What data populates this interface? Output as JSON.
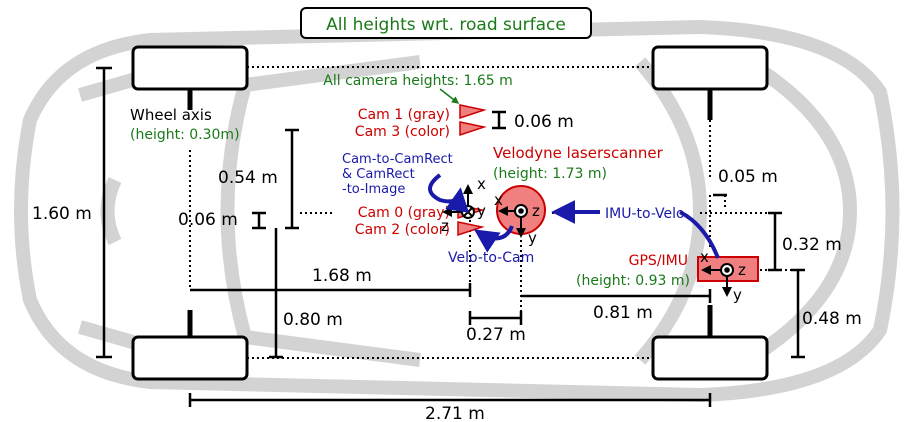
{
  "colors": {
    "car_outline": "#d3d3d3",
    "wheel_fill": "#ffffff",
    "ink": "#000000",
    "green": "#1a7a1a",
    "red": "#cc0000",
    "blue": "#1a1aaa",
    "sensor_fill": "#f08080"
  },
  "title": "All heights wrt. road surface",
  "camera_height_note": "All camera heights: 1.65 m",
  "wheel_axis": {
    "label": "Wheel axis",
    "height": "(height: 0.30m)"
  },
  "cams": {
    "cam1": "Cam 1 (gray)",
    "cam3": "Cam 3 (color)",
    "cam0": "Cam 0 (gray)",
    "cam2": "Cam 2 (color)"
  },
  "velodyne": {
    "label": "Velodyne laserscanner",
    "height": "(height: 1.73 m)"
  },
  "gps": {
    "label": "GPS/IMU",
    "height": "(height: 0.93 m)"
  },
  "transforms": {
    "cam_to_camrect_1": "Cam-to-CamRect",
    "cam_to_camrect_2": "& CamRect",
    "cam_to_camrect_3": "-to-Image",
    "velo_to_cam": "Velo-to-Cam",
    "imu_to_velo": "IMU-to-Velo"
  },
  "axes": {
    "x": "x",
    "y": "y",
    "z": "z"
  },
  "dims": {
    "cam_vertical_gap": "0.06 m",
    "cam_vertical_gap_left": "0.06 m",
    "cam_to_velo_lateral": "0.54 m",
    "wheelbase_width": "1.60 m",
    "velo_to_front_axle": "1.68 m",
    "cam0_lateral": "0.80 m",
    "cam_to_velo_forward": "0.27 m",
    "velo_to_gps_forward": "0.81 m",
    "gps_offset": "0.05 m",
    "gps_lateral": "0.32 m",
    "gps_to_side": "0.48 m",
    "wheelbase": "2.71 m"
  }
}
